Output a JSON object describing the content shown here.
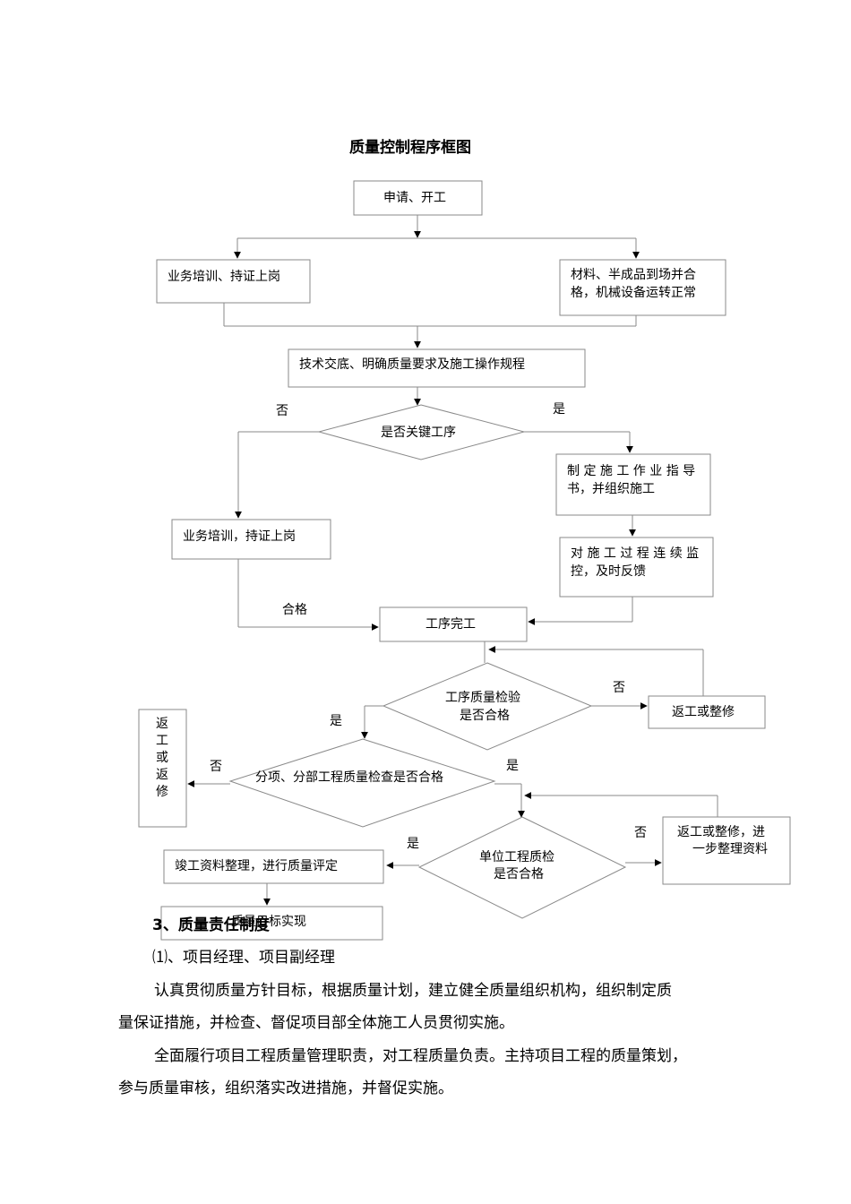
{
  "flowchart": {
    "title": "质量控制程序框图",
    "nodes": {
      "start": "申请、开工",
      "training_top": "业务培训、持证上岗",
      "materials_l1": "材料、半成品到场并合",
      "materials_l2": "格，机械设备运转正常",
      "tech_brief": "技术交底、明确质量要求及施工操作规程",
      "key_process": "是否关键工序",
      "guide_l1": "制 定 施 工 作 业 指 导",
      "guide_l2": "书，并组织施工",
      "training_left": "业务培训，持证上岗",
      "monitor_l1": "对 施 工 过 程 连 续 监",
      "monitor_l2": "控，及时反馈",
      "process_done": "工序完工",
      "proc_check_l1": "工序质量检验",
      "proc_check_l2": "是否合格",
      "rework_right": "返工或整修",
      "rework_left": [
        "返",
        "工",
        "或",
        "返",
        "修"
      ],
      "sub_check": "分项、分部工程质量检查是否合格",
      "unit_check_l1": "单位工程质检",
      "unit_check_l2": "是否合格",
      "rework_docs_l1": "返工或整修，进",
      "rework_docs_l2": "一步整理资料",
      "completion_docs": "竣工资料整理，进行质量评定",
      "target": "质量目标实现"
    },
    "labels": {
      "no": "否",
      "yes": "是",
      "pass": "合格"
    }
  },
  "document": {
    "section_heading": "3、质量责任制度",
    "sub_heading": "⑴、项目经理、项目副经理",
    "para1_line1": "认真贯彻质量方针目标，根据质量计划，建立健全质量组织机构，组织制定质",
    "para1_line2": "量保证措施，并检查、督促项目部全体施工人员贯彻实施。",
    "para2_line1": "全面履行项目工程质量管理职责，对工程质量负责。主持项目工程的质量策划，",
    "para2_line2": "参与质量审核，组织落实改进措施，并督促实施。"
  }
}
